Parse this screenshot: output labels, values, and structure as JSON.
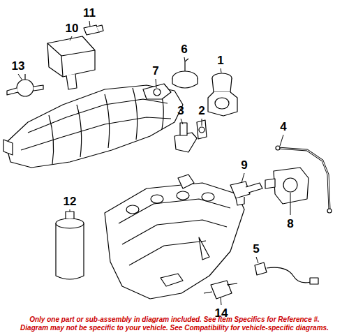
{
  "diagram": {
    "labels": [
      "1",
      "2",
      "3",
      "4",
      "5",
      "6",
      "7",
      "8",
      "9",
      "10",
      "11",
      "12",
      "13",
      "14",
      "Only one part or sub-assembly in diagram included. See Item Specifics for Reference #.",
      "Diagram may not be specific to your vehicle. See Compatibility for vehicle-specific diagrams."
    ]
  }
}
